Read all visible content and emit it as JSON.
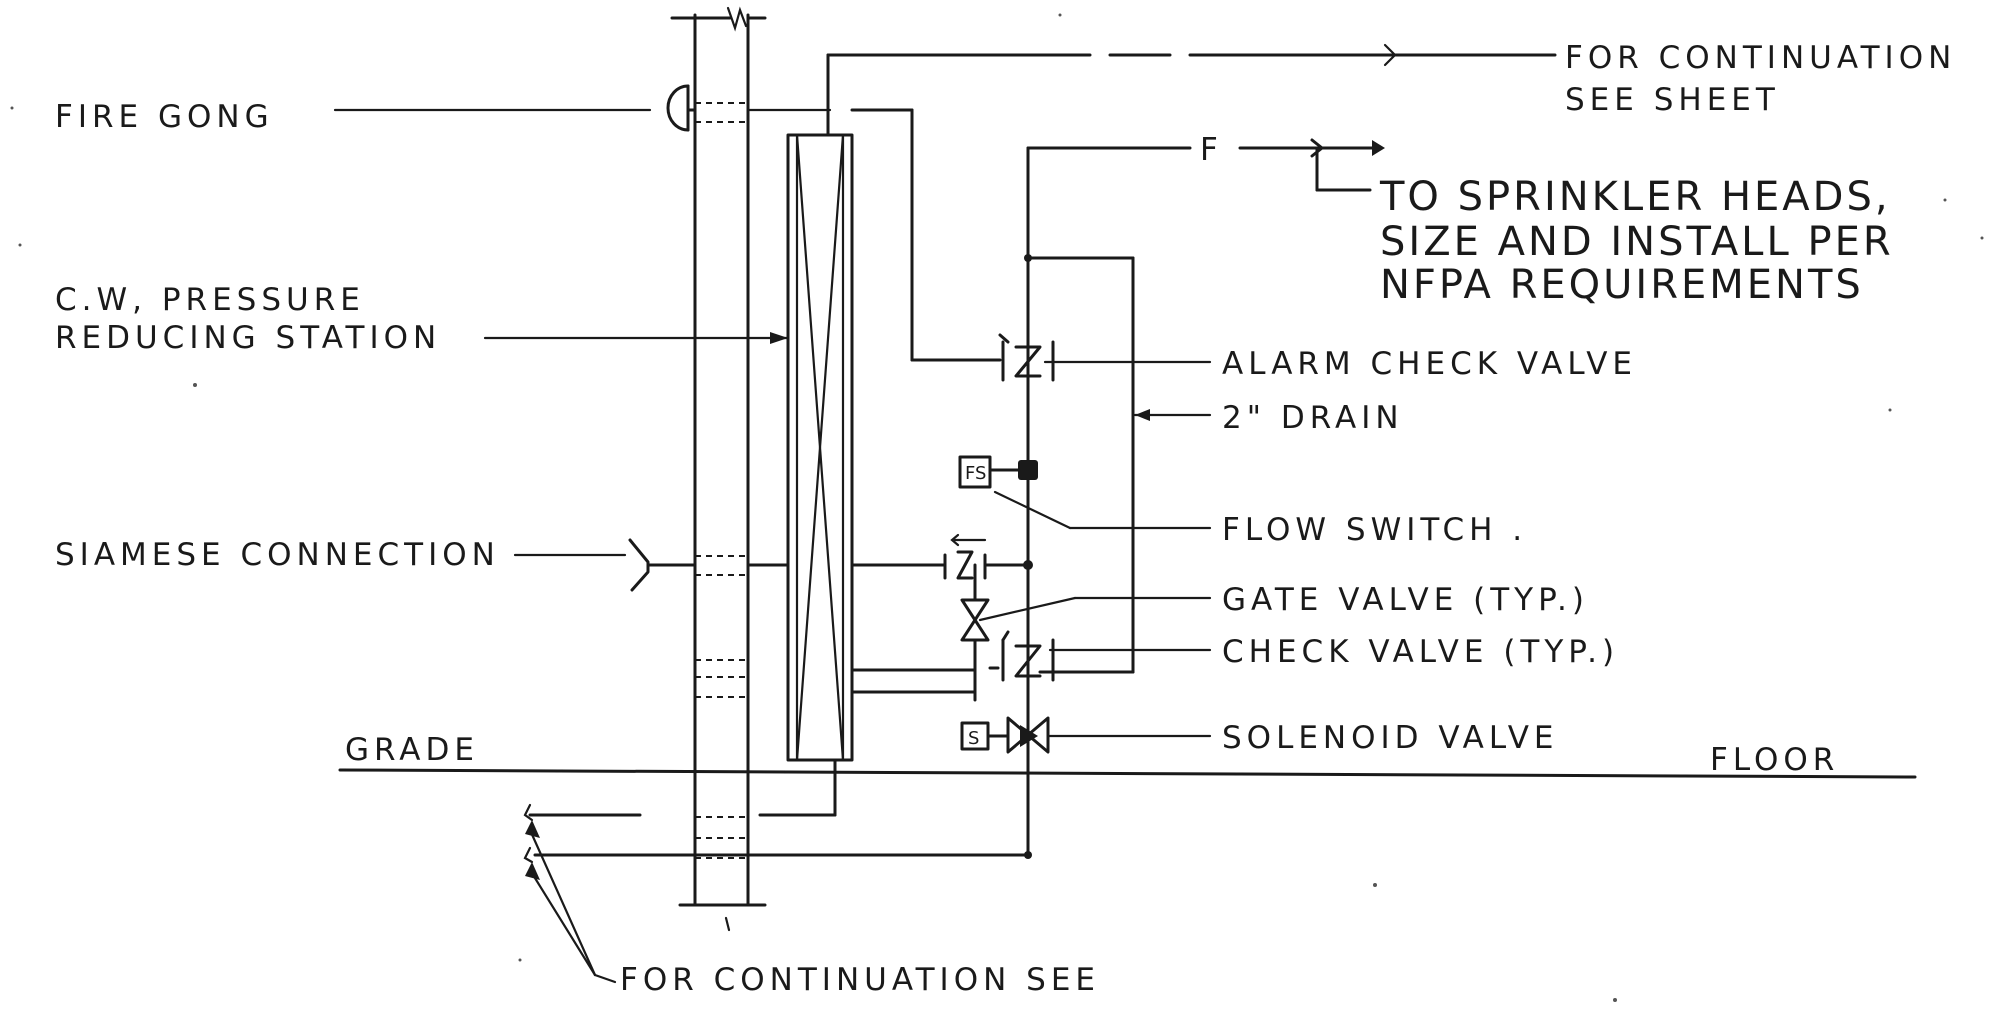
{
  "labels": {
    "fire_gong": "FIRE GONG",
    "cw_pressure_line1": "C.W, PRESSURE",
    "cw_pressure_line2": "REDUCING STATION",
    "siamese": "SIAMESE CONNECTION",
    "grade": "GRADE",
    "floor": "FLOOR",
    "continuation_top_line1": "FOR CONTINUATION",
    "continuation_top_line2": "SEE SHEET",
    "sprinkler_line1": "TO SPRINKLER HEADS,",
    "sprinkler_line2": "SIZE AND INSTALL PER",
    "sprinkler_line3": "NFPA REQUIREMENTS",
    "alarm_check": "ALARM CHECK VALVE",
    "drain": "2\" DRAIN",
    "flow_switch": "FLOW SWITCH .",
    "gate_valve": "GATE VALVE (TYP.)",
    "check_valve": "CHECK VALVE (TYP.)",
    "solenoid": "SOLENOID VALVE",
    "continuation_bottom": "FOR CONTINUATION SEE",
    "fire_line_tag": "F",
    "fs_tag": "FS",
    "s_tag": "S"
  }
}
